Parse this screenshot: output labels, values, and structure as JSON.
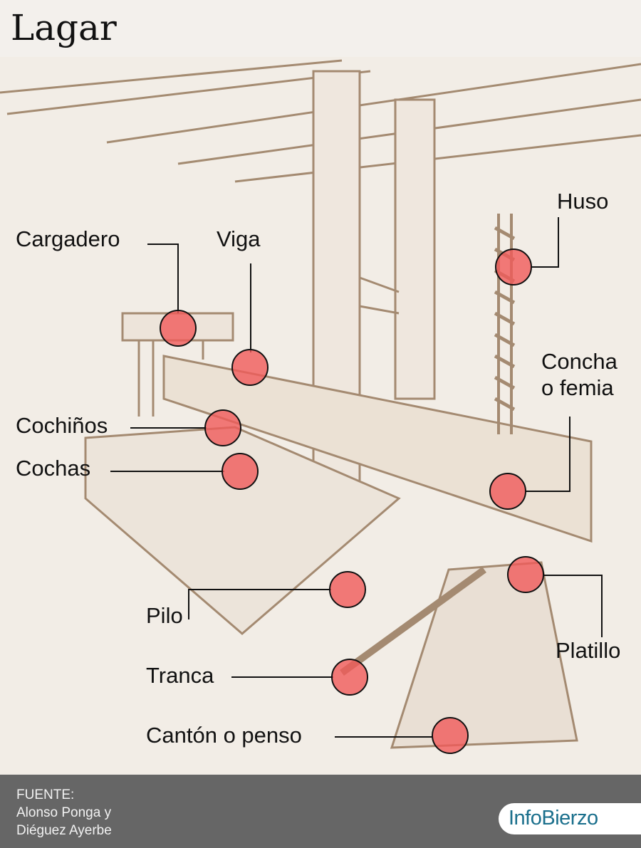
{
  "title": "Lagar",
  "labels": {
    "cargadero": "Cargadero",
    "viga": "Viga",
    "huso": "Huso",
    "concha_1": "Concha",
    "concha_2": "o femia",
    "cochinos": "Cochiños",
    "cochas": "Cochas",
    "pilo": "Pilo",
    "platillo": "Platillo",
    "tranca": "Tranca",
    "canton": "Cantón o penso"
  },
  "footer": {
    "source_label": "FUENTE:",
    "source_line1": "Alonso Ponga y",
    "source_line2": "Diéguez Ayerbe",
    "logo": "InfoBierzo"
  },
  "colors": {
    "marker": "#f05a5a",
    "footer": "#666666",
    "logo": "#1a6f8c"
  }
}
